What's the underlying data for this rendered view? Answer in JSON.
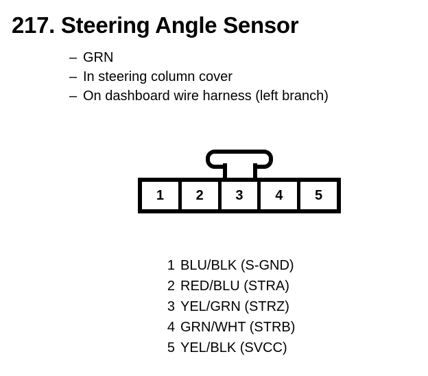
{
  "document": {
    "title": "217. Steering Angle Sensor",
    "number": "217.",
    "name": "Steering Angle Sensor"
  },
  "notes": {
    "dash": "–",
    "items": [
      "GRN",
      "In steering column cover",
      "On dashboard wire harness (left branch)"
    ]
  },
  "connector": {
    "latch_icon": "connector-latch-tab",
    "pin_count": 5,
    "pins": [
      {
        "number": "1"
      },
      {
        "number": "2"
      },
      {
        "number": "3"
      },
      {
        "number": "4"
      },
      {
        "number": "5"
      }
    ]
  },
  "legend": {
    "rows": [
      {
        "number": "1",
        "description": "BLU/BLK (S-GND)"
      },
      {
        "number": "2",
        "description": "RED/BLU (STRA)"
      },
      {
        "number": "3",
        "description": "YEL/GRN (STRZ)"
      },
      {
        "number": "4",
        "description": "GRN/WHT (STRB)"
      },
      {
        "number": "5",
        "description": "YEL/BLK (SVCC)"
      }
    ]
  },
  "colors": {
    "ink": "#000000",
    "paper": "#ffffff"
  }
}
